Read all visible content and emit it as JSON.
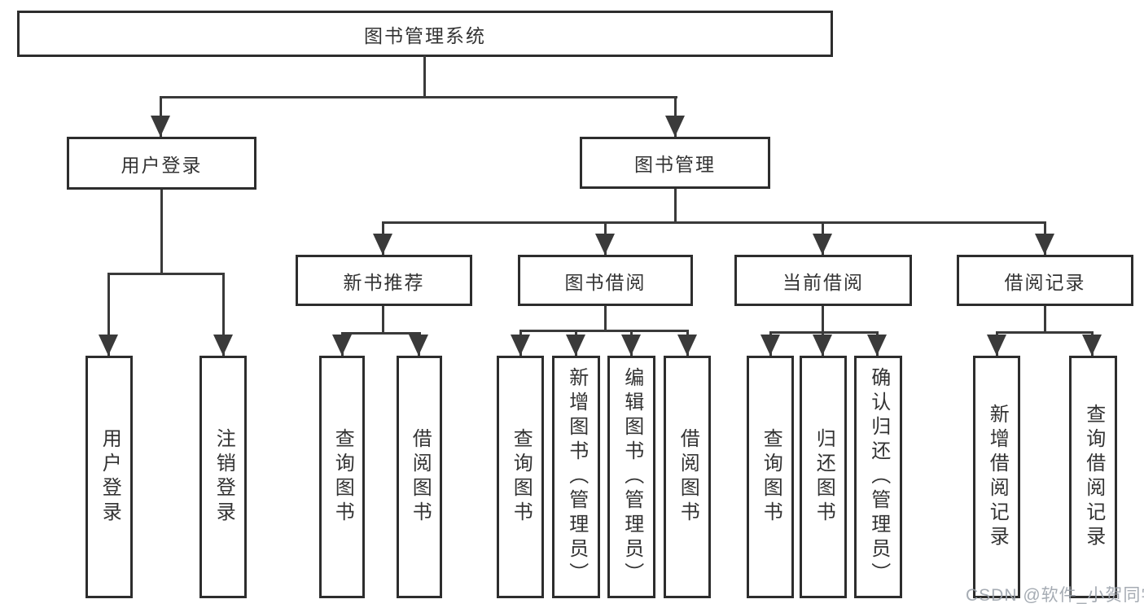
{
  "diagram": {
    "root": {
      "label": "图书管理系统"
    },
    "branches": [
      {
        "label": "用户登录",
        "children_labels": [
          "用户登录",
          "注销登录"
        ]
      },
      {
        "label": "图书管理",
        "children": [
          {
            "label": "新书推荐",
            "children_labels": [
              "查询图书",
              "借阅图书"
            ]
          },
          {
            "label": "图书借阅",
            "children_labels": [
              "查询图书",
              "新增图书（管理员）",
              "编辑图书（管理员）",
              "借阅图书"
            ]
          },
          {
            "label": "当前借阅",
            "children_labels": [
              "查询图书",
              "归还图书",
              "确认归还（管理员）"
            ]
          },
          {
            "label": "借阅记录",
            "children_labels": [
              "新增借阅记录",
              "查询借阅记录"
            ]
          }
        ]
      }
    ],
    "watermark": "CSDN @软件_小贺同学",
    "colors": {
      "line": "#3a3a3a",
      "border": "#2d2d2d",
      "text": "#333333",
      "watermark": "#9ca3ab"
    }
  }
}
